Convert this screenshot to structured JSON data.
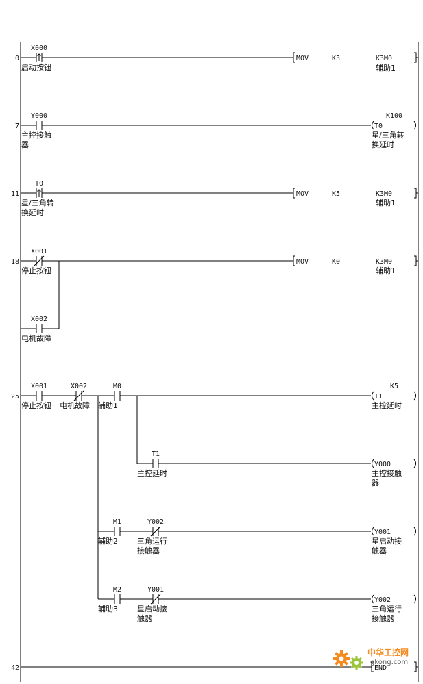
{
  "steps": [
    "0",
    "7",
    "11",
    "18",
    "25",
    "42"
  ],
  "contacts": [
    {
      "address": "X000",
      "comment": [
        "启动按钮"
      ],
      "kind": "rising"
    },
    {
      "address": "Y000",
      "comment": [
        "主控接触",
        "器"
      ],
      "kind": "no"
    },
    {
      "address": "T0",
      "comment": [
        "星/三角转",
        "换延时"
      ],
      "kind": "rising"
    },
    {
      "address": "X001",
      "comment": [
        "停止按钮"
      ],
      "kind": "nc"
    },
    {
      "address": "X002",
      "comment": [
        "电机故障"
      ],
      "kind": "no"
    },
    {
      "address": "X001",
      "comment": [
        "停止按钮"
      ],
      "kind": "no"
    },
    {
      "address": "X002",
      "comment": [
        "电机故障"
      ],
      "kind": "nc"
    },
    {
      "address": "M0",
      "comment": [
        "辅助1"
      ],
      "kind": "no"
    },
    {
      "address": "T1",
      "comment": [
        "主控延时"
      ],
      "kind": "no"
    },
    {
      "address": "M1",
      "comment": [
        "辅助2"
      ],
      "kind": "no"
    },
    {
      "address": "Y002",
      "comment": [
        "三角运行",
        "接触器"
      ],
      "kind": "nc"
    },
    {
      "address": "M2",
      "comment": [
        "辅助3"
      ],
      "kind": "no"
    },
    {
      "address": "Y001",
      "comment": [
        "星启动接",
        "触器"
      ],
      "kind": "nc"
    }
  ],
  "instructions": [
    {
      "op": "MOV",
      "src": "K3",
      "dst": "K3M0",
      "comment": [
        "辅助1"
      ]
    },
    {
      "op": "MOV",
      "src": "K5",
      "dst": "K3M0",
      "comment": [
        "辅助1"
      ]
    },
    {
      "op": "MOV",
      "src": "K0",
      "dst": "K3M0",
      "comment": [
        "辅助1"
      ]
    }
  ],
  "coils": [
    {
      "name": "T0",
      "setting": "K100",
      "comment": [
        "星/三角转",
        "换延时"
      ]
    },
    {
      "name": "T1",
      "setting": "K5",
      "comment": [
        "主控延时"
      ]
    },
    {
      "name": "Y000",
      "setting": "",
      "comment": [
        "主控接触",
        "器"
      ]
    },
    {
      "name": "Y001",
      "setting": "",
      "comment": [
        "星启动接",
        "触器"
      ]
    },
    {
      "name": "Y002",
      "setting": "",
      "comment": [
        "三角运行",
        "接触器"
      ]
    }
  ],
  "end_instruction": "END",
  "watermark": {
    "line1": "中华工控网",
    "line2": "gkong.com"
  }
}
